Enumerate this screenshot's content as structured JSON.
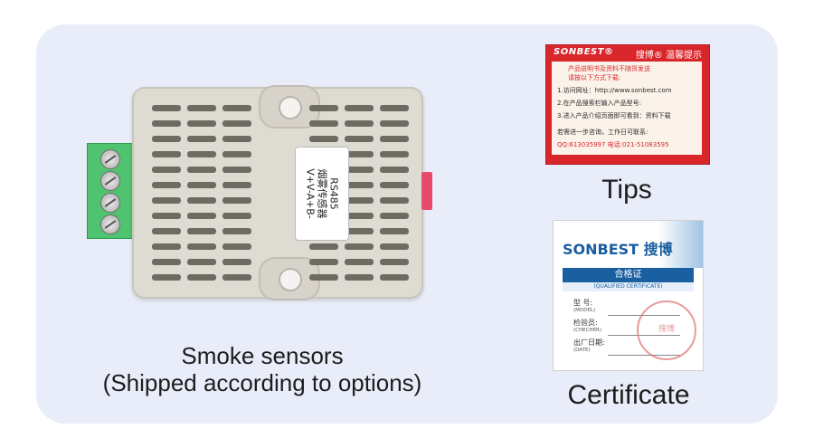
{
  "sensor": {
    "label_lines": [
      "RS485",
      "烟雾传感器",
      "V+V-A+B-"
    ],
    "caption_line1": "Smoke sensors",
    "caption_line2": "(Shipped according to options)"
  },
  "tips": {
    "brand": "SONBEST®",
    "title": "搜博® 温馨提示",
    "lines": [
      "产品说明书及资料不随货发送",
      "请按以下方式下载:",
      "1.访问网址：http://www.sonbest.com",
      "2.在产品搜索栏输入产品型号:",
      "3.进入产品介绍页面即可看到：资料下载",
      "若需进一步咨询，工作日可联系:",
      "QQ:613035997    电话:021-51083595"
    ],
    "caption": "Tips"
  },
  "certificate": {
    "brand": "SONBEST 搜博",
    "title": "合格证",
    "subtitle": "(QUALIFIED CERTIFICATE)",
    "fields": [
      {
        "label": "型 号:",
        "sub": "(MODEL)"
      },
      {
        "label": "检验员:",
        "sub": "(CHECHER)"
      },
      {
        "label": "出厂日期:",
        "sub": "(DATE)"
      }
    ],
    "stamp_text": "搜博",
    "caption": "Certificate"
  },
  "colors": {
    "panel": "#e8edf9",
    "tips_red": "#d9262b",
    "cert_blue": "#1a5fa0",
    "terminal_green": "#4fc36f"
  }
}
